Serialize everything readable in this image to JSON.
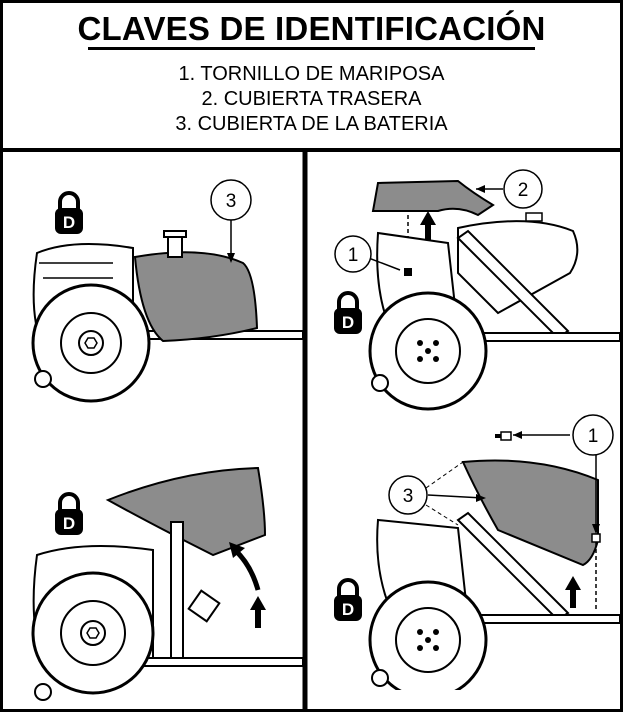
{
  "header": {
    "title": "CLAVES DE IDENTIFICACIÓN",
    "items": [
      "1. TORNILLO DE MARIPOSA",
      "2. CUBIERTA TRASERA",
      "3. CUBIERTA DE LA BATERIA"
    ]
  },
  "panels": {
    "top_left": {
      "callout": "3"
    },
    "top_right": {
      "callout_a": "2",
      "callout_b": "1"
    },
    "bottom_left": {},
    "bottom_right": {
      "callout_a": "1",
      "callout_b": "3"
    }
  },
  "colors": {
    "ink": "#000000",
    "cover_gray": "#8c8c8c",
    "body_white": "#ffffff"
  },
  "icons": [
    "lock-d-icon",
    "up-arrow-icon",
    "curved-arrow-icon"
  ]
}
